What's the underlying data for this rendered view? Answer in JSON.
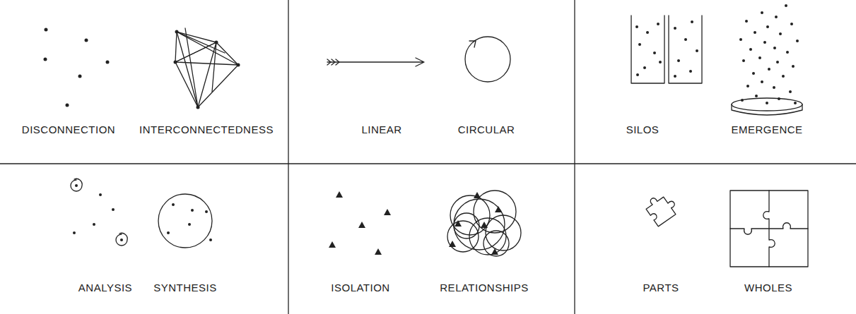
{
  "diagram": {
    "labels": [
      "DISCONNECTION",
      "INTERCONNECTEDNESS",
      "LINEAR",
      "CIRCULAR",
      "SILOS",
      "EMERGENCE",
      "ANALYSIS",
      "SYNTHESIS",
      "ISOLATION",
      "RELATIONSHIPS",
      "PARTS",
      "WHOLES"
    ]
  }
}
